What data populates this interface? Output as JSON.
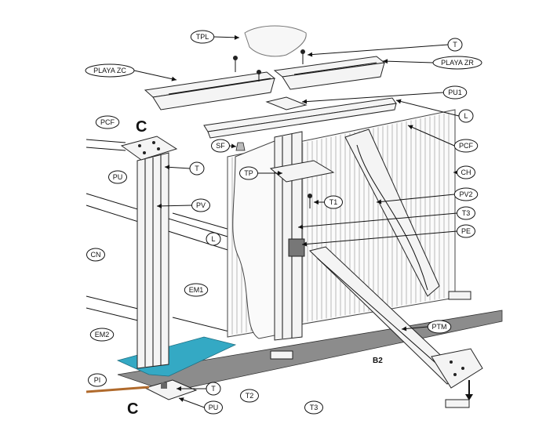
{
  "colors": {
    "liner": "#34a9c4",
    "floor": "#8c8c8c",
    "outline": "#222222",
    "panel_fill": "#f6f6f6",
    "copper": "#b06a2c"
  },
  "section_marks": {
    "top": "C",
    "bottom": "C"
  },
  "b2_label": "B2",
  "labels": {
    "tpl": "TPL",
    "t_top": "T",
    "playa_zc": "PLAYA ZC",
    "playa_zr": "PLAYA ZR",
    "pu1": "PU1",
    "l_top": "L",
    "pcf_left": "PCF",
    "pcf_right": "PCF",
    "sf": "SF",
    "t_post": "T",
    "ch": "CH",
    "pu_top": "PU",
    "tp": "TP",
    "t1": "T1",
    "pv2": "PV2",
    "pv": "PV",
    "t3_right": "T3",
    "pe": "PE",
    "l_mid": "L",
    "cn": "CN",
    "em1": "EM1",
    "em2": "EM2",
    "ptm": "PTM",
    "pi": "PI",
    "t_bottom": "T",
    "t2": "T2",
    "t3_bottom": "T3",
    "pu_bottom": "PU"
  }
}
